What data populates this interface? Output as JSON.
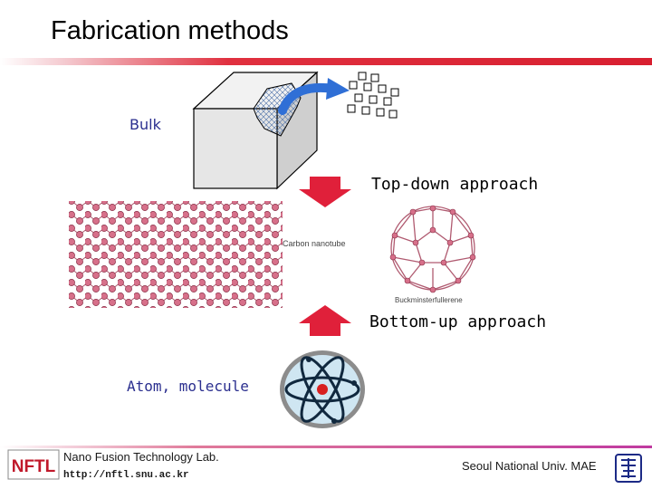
{
  "slide": {
    "title": "Fabrication methods",
    "bulk_label": "Bulk",
    "top_down_label": "Top-down approach",
    "bottom_up_label": "Bottom-up approach",
    "atom_label": "Atom, molecule",
    "nanotube_caption": "Carbon nanotube",
    "fullerene_caption": "Buckminsterfullerene"
  },
  "footer": {
    "logo_text": "NFTL",
    "lab_name": "Nano Fusion Technology Lab.",
    "url": "http://nftl.snu.ac.kr",
    "university": "Seoul National Univ. MAE"
  },
  "colors": {
    "accent_red": "#d81f30",
    "label_blue": "#2b2f8f",
    "atom_pink": "#d7708a",
    "cube_gray": "#e6e6e6",
    "arrow_blue": "#2f6fd6"
  },
  "icons": [
    "bulk-cube-icon",
    "curved-arrow-icon",
    "atom-icon",
    "university-seal-icon",
    "down-arrow-icon",
    "up-arrow-icon"
  ]
}
